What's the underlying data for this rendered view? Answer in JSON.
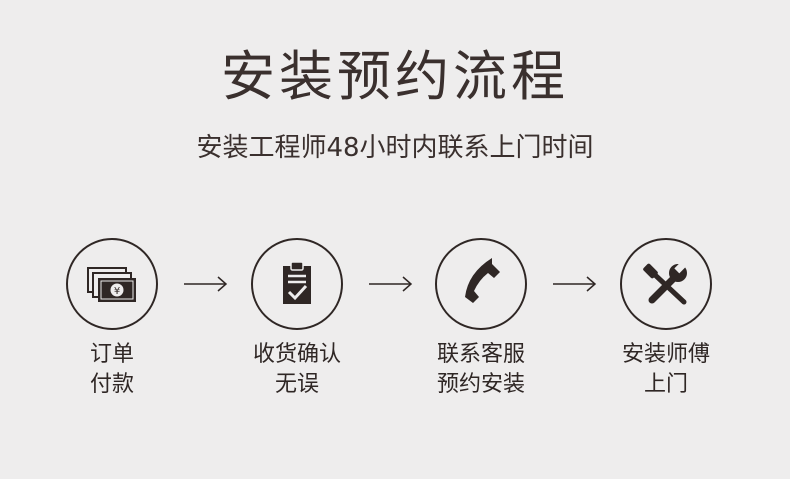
{
  "title": "安装预约流程",
  "subtitle": "安装工程师48小时内联系上门时间",
  "steps": [
    {
      "icon": "money-icon",
      "line1": "订单",
      "line2": "付款"
    },
    {
      "icon": "clipboard-check-icon",
      "line1": "收货确认",
      "line2": "无误"
    },
    {
      "icon": "phone-icon",
      "line1": "联系客服",
      "line2": "预约安装"
    },
    {
      "icon": "wrench-screwdriver-icon",
      "line1": "安装师傅",
      "line2": "上门"
    }
  ],
  "money_symbol": "¥",
  "colors": {
    "background": "#eeeded",
    "ink": "#2f2725"
  }
}
